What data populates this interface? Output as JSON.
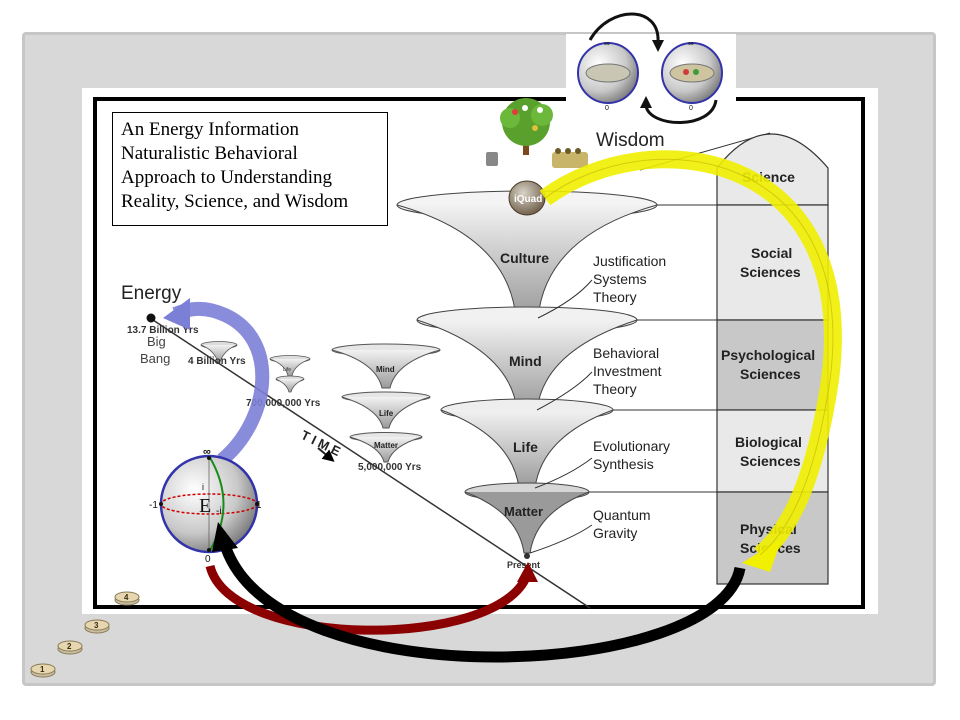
{
  "title_lines": [
    "An Energy Information",
    "Naturalistic Behavioral",
    "Approach to Understanding",
    "Reality, Science, and Wisdom"
  ],
  "energy_label": "Energy",
  "wisdom_label": "Wisdom",
  "time_label": "T I M E",
  "timeline": {
    "big_bang_years": "13.7 Billion Yrs",
    "big_bang_label_1": "Big",
    "big_bang_label_2": "Bang",
    "four_billion": "4 Billion Yrs",
    "seven_hundred_million": "700,000,000 Yrs",
    "five_million": "5,000,000 Yrs",
    "present": "Present"
  },
  "small_cone_labels": [
    "Mind",
    "Life",
    "Matter"
  ],
  "tiny_cone_label": "Life",
  "cones": [
    "Culture",
    "Mind",
    "Life",
    "Matter"
  ],
  "theories": [
    [
      "Justification",
      "Systems",
      "Theory"
    ],
    [
      "Behavioral",
      "Investment",
      "Theory"
    ],
    [
      "Evolutionary",
      "Synthesis"
    ],
    [
      "Quantum",
      "Gravity"
    ]
  ],
  "sciences": [
    [
      "Science"
    ],
    [
      "Social",
      "Sciences"
    ],
    [
      "Psychological",
      "Sciences"
    ],
    [
      "Biological",
      "Sciences"
    ],
    [
      "Physical",
      "Sciences"
    ]
  ],
  "sphere": {
    "top": "∞",
    "bottom": "0",
    "left": "-1",
    "right": "1",
    "center": "E",
    "i_label": "i",
    "neg_i": "-i"
  },
  "top_spheres": {
    "inf": "∞",
    "zero": "0"
  },
  "coin_label": "iQuad",
  "coins": [
    "1",
    "2",
    "3",
    "4"
  ],
  "colors": {
    "blue_arrow": "#7b7fd6",
    "yellow_arrow": "#f0f000",
    "red_arrow": "#8b0000",
    "black_arrow": "#000000",
    "science_dark": "#c8c8c8",
    "science_light": "#e9e9e9"
  }
}
